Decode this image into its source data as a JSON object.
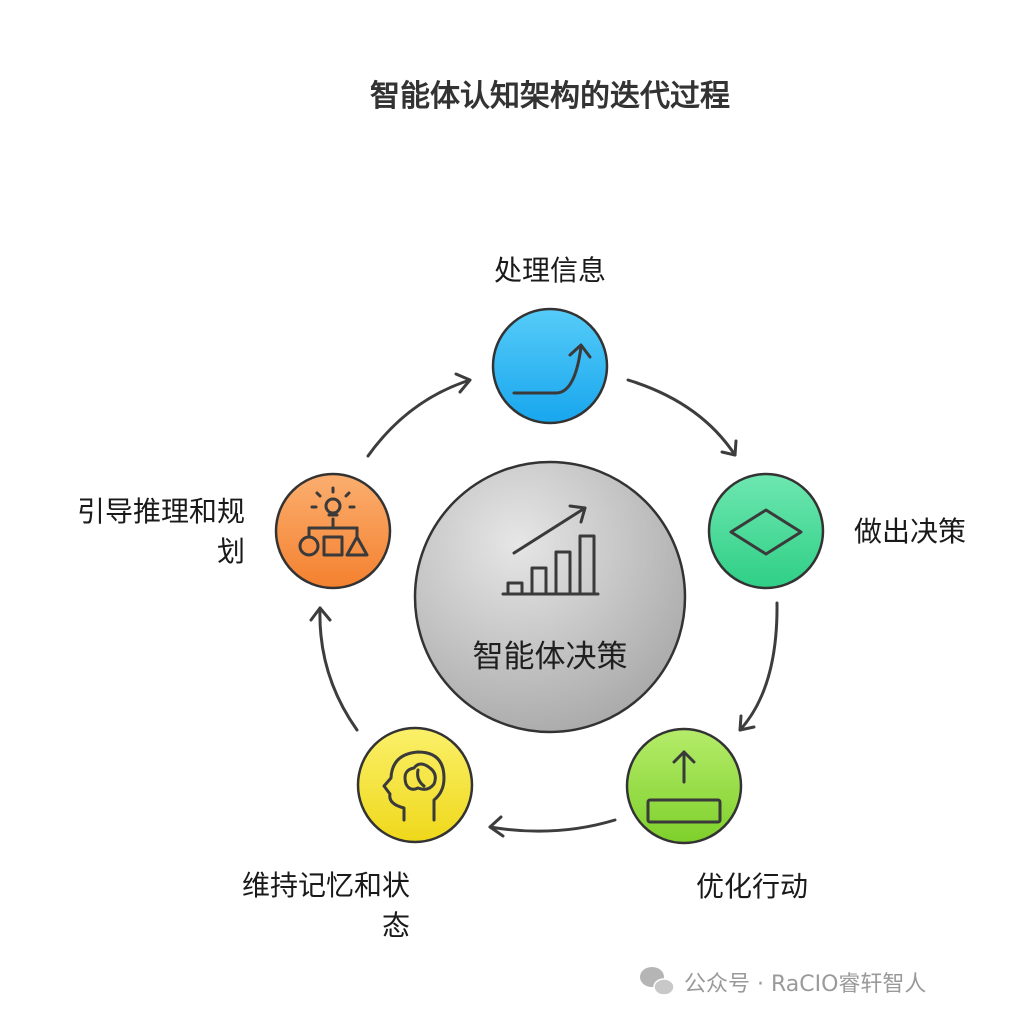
{
  "title": "智能体认知架构的迭代过程",
  "center": {
    "label": "智能体决策",
    "icon": "rising-bar-chart-icon"
  },
  "nodes": [
    {
      "label": "处理信息",
      "icon": "curve-arrow-icon",
      "color": "#2EB6F2"
    },
    {
      "label": "做出决策",
      "icon": "diamond-icon",
      "color": "#3FD896"
    },
    {
      "label": "优化行动",
      "icon": "upload-arrow-icon",
      "color": "#8EDB3C"
    },
    {
      "label": "维持记忆和状",
      "label_wrap": "态",
      "icon": "brain-head-icon",
      "color": "#F4E22E"
    },
    {
      "label": "引导推理和规",
      "label_wrap": "划",
      "icon": "bulb-shapes-icon",
      "color": "#F68F45"
    }
  ],
  "center_color": "#B5B5B5",
  "watermark": {
    "text": "公众号 · RaCIO睿轩智人",
    "icon": "wechat-icon"
  }
}
